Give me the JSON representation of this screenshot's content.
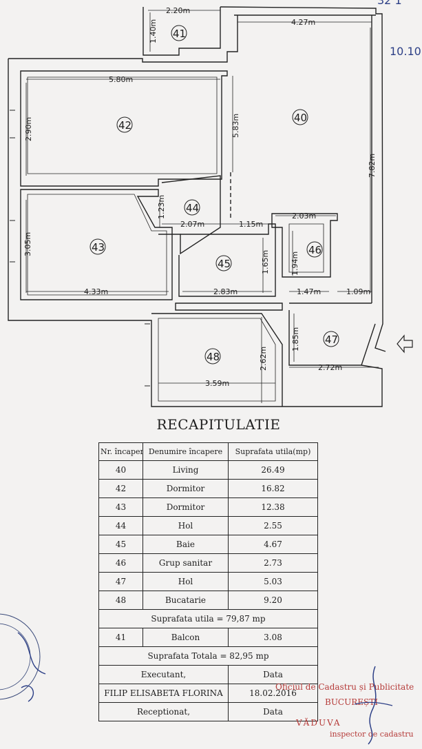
{
  "corner_note": {
    "top_text": "32 1",
    "side_text": "10.10"
  },
  "rooms": [
    {
      "number": "41"
    },
    {
      "number": "42"
    },
    {
      "number": "40"
    },
    {
      "number": "44"
    },
    {
      "number": "43"
    },
    {
      "number": "45"
    },
    {
      "number": "46"
    },
    {
      "number": "47"
    },
    {
      "number": "48"
    }
  ],
  "dimensions": {
    "d220": "2.20m",
    "d140": "1.40m",
    "d427": "4.27m",
    "d580": "5.80m",
    "d290": "2.90m",
    "d583": "5.83m",
    "d782": "7.82m",
    "d123": "1.23m",
    "d207": "2.07m",
    "d115": "1.15m",
    "d203": "2.03m",
    "d305": "3.05m",
    "d165": "1.65m",
    "d194": "1.94m",
    "d433": "4.33m",
    "d283": "2.83m",
    "d147": "1.47m",
    "d109": "1.09m",
    "d185": "1.85m",
    "d262": "2.62m",
    "d272": "2.72m",
    "d359": "3.59m"
  },
  "recap": {
    "title": "RECAPITULATIE",
    "headers": [
      "Nr. încapere",
      "Denumire încapere",
      "Suprafata utila(mp)"
    ],
    "rows": [
      {
        "nr": "40",
        "name": "Living",
        "area": "26.49"
      },
      {
        "nr": "42",
        "name": "Dormitor",
        "area": "16.82"
      },
      {
        "nr": "43",
        "name": "Dormitor",
        "area": "12.38"
      },
      {
        "nr": "44",
        "name": "Hol",
        "area": "2.55"
      },
      {
        "nr": "45",
        "name": "Baie",
        "area": "4.67"
      },
      {
        "nr": "46",
        "name": "Grup sanitar",
        "area": "2.73"
      },
      {
        "nr": "47",
        "name": "Hol",
        "area": "5.03"
      },
      {
        "nr": "48",
        "name": "Bucatarie",
        "area": "9.20"
      }
    ],
    "useful_total": "Suprafata utila = 79,87 mp",
    "balcony": {
      "nr": "41",
      "name": "Balcon",
      "area": "3.08"
    },
    "grand_total": "Suprafata Totala = 82,95 mp",
    "executant_label": "Executant,",
    "date_label": "Data",
    "executant_name": "FILIP ELISABETA FLORINA",
    "executant_date": "18.02.2016",
    "receptionat_label": "Receptionat,",
    "date_label_2": "Data"
  },
  "stamp": {
    "line1": "Oficiul de Cadastru și Publicitate",
    "line2": "BUCUREȘTI",
    "line3": "VĂDUVA",
    "line4": "inspector de cadastru"
  },
  "colors": {
    "ink": "#1e1e1e",
    "stamp_red": "#b53b39",
    "pen_blue": "#2c3f86",
    "paper": "#f3f2f1"
  }
}
